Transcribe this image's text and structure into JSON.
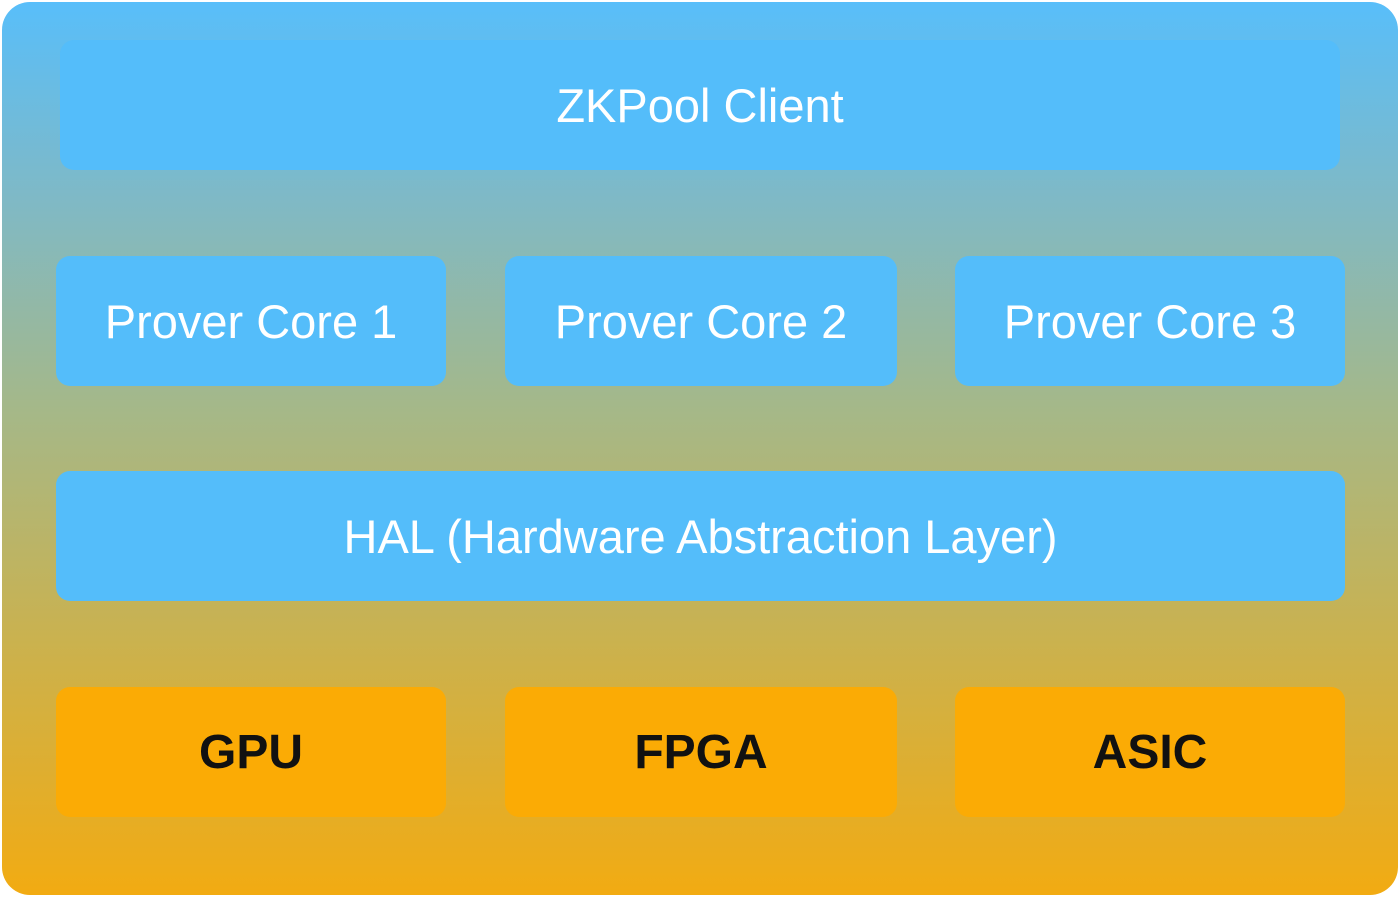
{
  "diagram": {
    "layers": {
      "client": {
        "label": "ZKPool Client"
      },
      "prover_cores": [
        {
          "label": "Prover Core 1"
        },
        {
          "label": "Prover Core 2"
        },
        {
          "label": "Prover Core 3"
        }
      ],
      "hal": {
        "label": "HAL (Hardware Abstraction Layer)"
      },
      "hardware": [
        {
          "label": "GPU"
        },
        {
          "label": "FPGA"
        },
        {
          "label": "ASIC"
        }
      ]
    },
    "colors": {
      "software_box": "#54bdfa",
      "hardware_box": "#fbab05",
      "background_top": "#58befa",
      "background_bottom": "#f2ab12"
    }
  }
}
